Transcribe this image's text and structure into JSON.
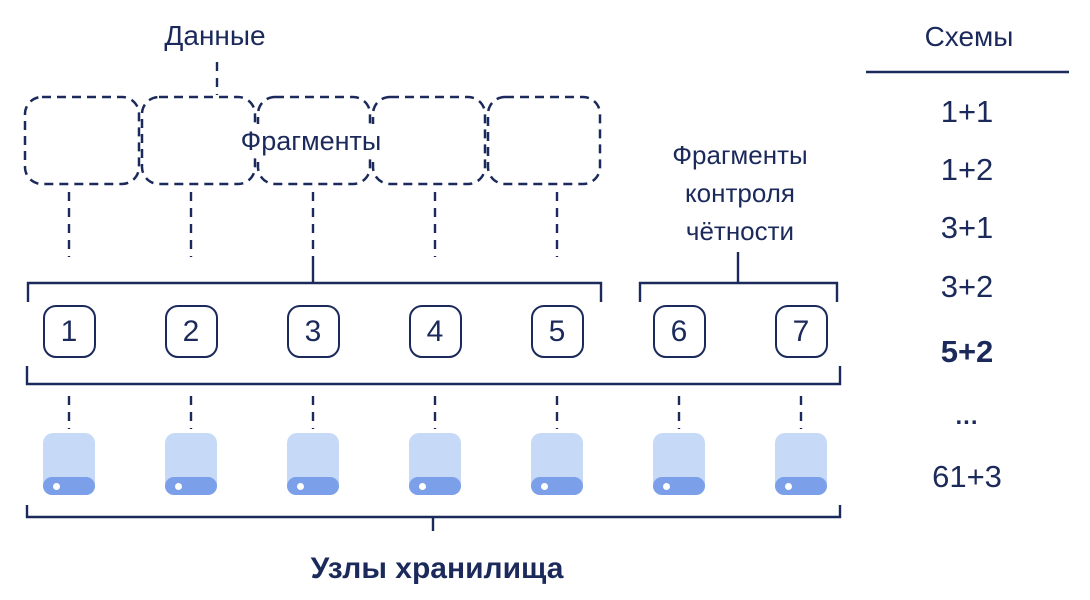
{
  "colors": {
    "line_navy": "#1b2a5a",
    "storage_body_blue": "#c6daf7",
    "storage_bar_blue": "#7b9fe8",
    "led_white": "#ffffff",
    "background": "#ffffff"
  },
  "diagram": {
    "data_label": "Данные",
    "fragments_label": "Фрагменты",
    "parity_label_lines": [
      "Фрагменты",
      "контроля",
      "чётности"
    ],
    "storage_nodes_label": "Узлы хранилища",
    "node_ids": [
      "1",
      "2",
      "3",
      "4",
      "5",
      "6",
      "7"
    ],
    "icons": {
      "storage": "storage-drive-icon"
    }
  },
  "schemes": {
    "title": "Схемы",
    "items": [
      {
        "label": "1+1",
        "emphasized": false
      },
      {
        "label": "1+2",
        "emphasized": false
      },
      {
        "label": "3+1",
        "emphasized": false
      },
      {
        "label": "3+2",
        "emphasized": false
      },
      {
        "label": "5+2",
        "emphasized": true
      },
      {
        "label": "...",
        "emphasized": false
      },
      {
        "label": "61+3",
        "emphasized": false
      }
    ]
  }
}
